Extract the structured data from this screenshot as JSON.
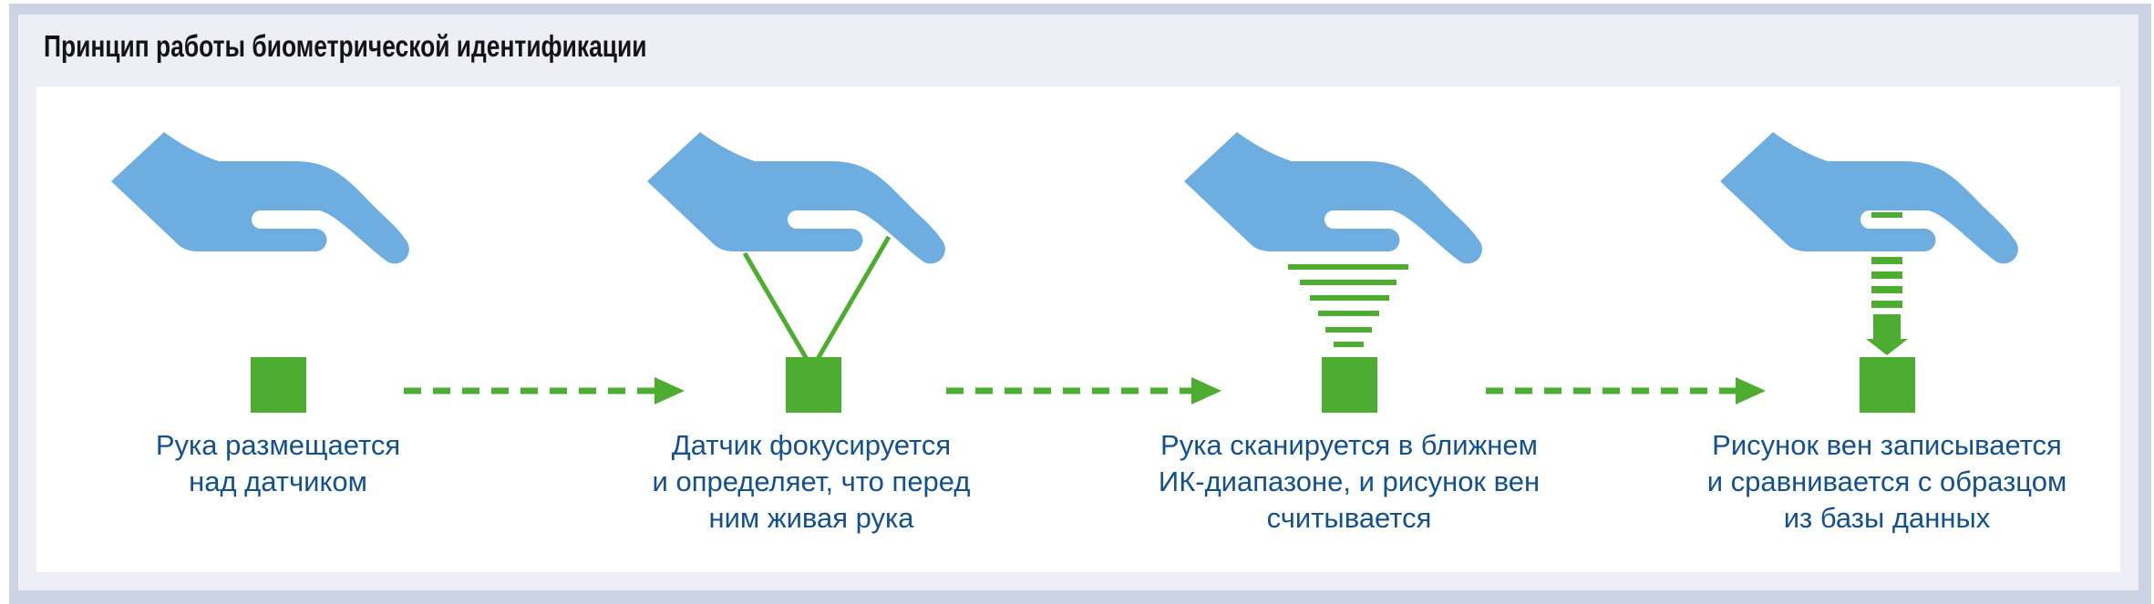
{
  "title": "Принцип работы биометрической идентификации",
  "steps": [
    {
      "caption": "Рука размещается\nнад датчиком",
      "icon": "hand-over-sensor-icon"
    },
    {
      "caption": "Датчик фокусируется\nи определяет, что перед\nним живая рука",
      "icon": "hand-focus-beams-icon"
    },
    {
      "caption": "Рука сканируется в ближнем\nИК-диапазоне, и рисунок вен\nсчитывается",
      "icon": "hand-ir-scan-icon"
    },
    {
      "caption": "Рисунок вен записывается\nи сравнивается с образцом\nиз базы данных",
      "icon": "hand-record-compare-icon"
    }
  ],
  "colors": {
    "hand_blue": "#6dade0",
    "accent_green": "#4cad30",
    "caption_blue": "#12508f",
    "title_black": "#141414",
    "panel_lavender": "#edeef6",
    "frame_gray_blue": "#ccd3e3",
    "content_white": "#ffffff"
  }
}
